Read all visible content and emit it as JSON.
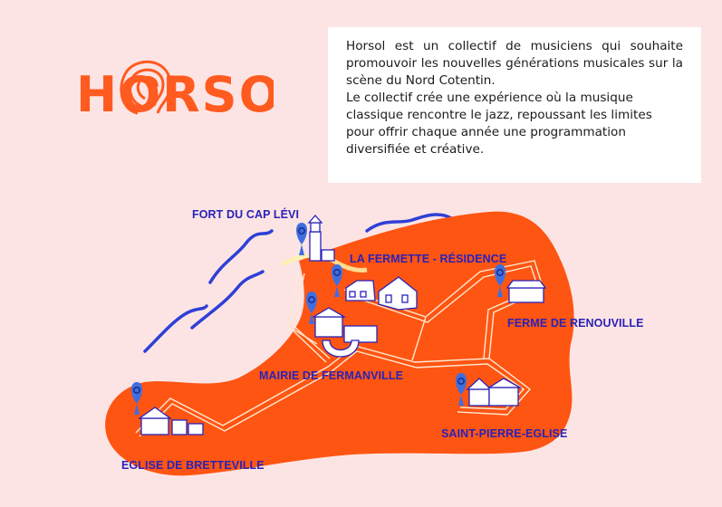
{
  "brand": {
    "name": "HORSOL",
    "accent": "#ff5a1f",
    "label_color": "#2a22b8",
    "pin_color": "#3e6fe0",
    "background": "#fde4e4"
  },
  "intro": {
    "paragraph_1": "Horsol est un collectif de musiciens qui souhaite promouvoir les nouvelles générations musicales sur la scène du Nord Cotentin.",
    "paragraph_2": "Le collectif crée une expérience où la musique classique rencontre le jazz, repoussant les limites pour offrir chaque année une programmation diversifiée et créative."
  },
  "map": {
    "locations": [
      {
        "id": "fort",
        "name": "FORT DU CAP LÉVI"
      },
      {
        "id": "fermette",
        "name": "LA FERMETTE - RÉSIDENCE"
      },
      {
        "id": "renouville",
        "name": "FERME DE RENOUVILLE"
      },
      {
        "id": "mairie",
        "name": "MAIRIE DE FERMANVILLE"
      },
      {
        "id": "saint-pierre",
        "name": "SAINT-PIERRE-EGLISE"
      },
      {
        "id": "bretteville",
        "name": "EGLISE DE BRETTEVILLE"
      }
    ]
  }
}
